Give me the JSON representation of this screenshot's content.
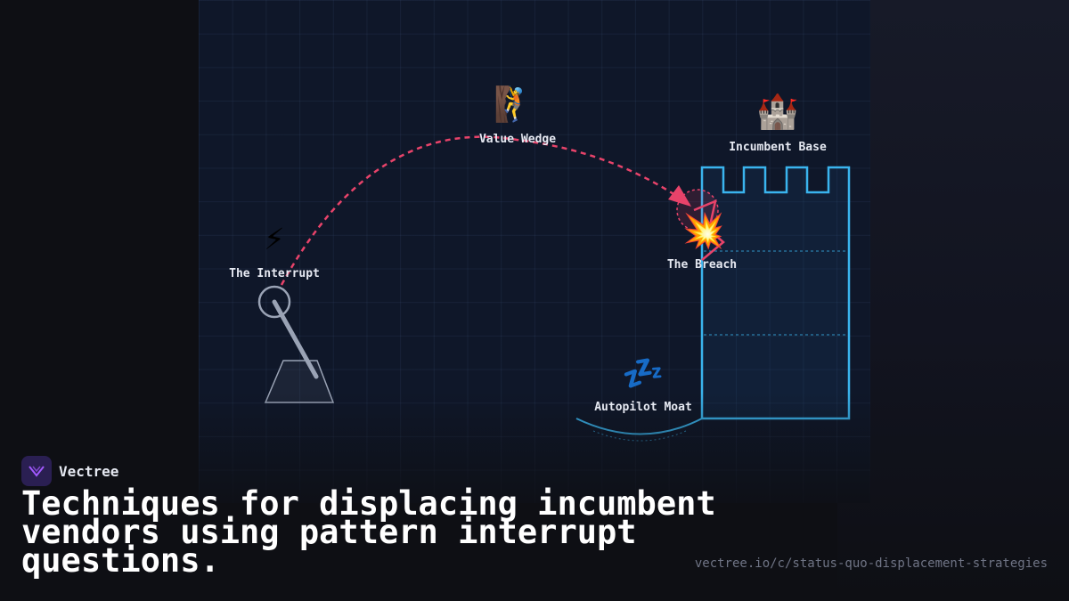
{
  "brand": {
    "name": "Vectree",
    "logo_icon": "vectree-logo-icon",
    "logo_bg": "#2a1f52",
    "logo_accent": "#a259ff"
  },
  "headline": "Techniques for displacing incumbent vendors using pattern interrupt questions.",
  "url": "vectree.io/c/status-quo-displacement-strategies",
  "diagram": {
    "nodes": {
      "interrupt": {
        "label": "The Interrupt",
        "icon": "⚡"
      },
      "wedge": {
        "label": "Value Wedge",
        "icon": "🧗"
      },
      "breach": {
        "label": "The Breach",
        "icon": "💥"
      },
      "base": {
        "label": "Incumbent Base",
        "icon": "🏰"
      },
      "moat": {
        "label": "Autopilot Moat",
        "icon": "💤"
      }
    },
    "colors": {
      "trajectory": "#e8436a",
      "tower": "#3ab4ee",
      "lever": "#9aa3b5",
      "background": "#0f1729"
    }
  }
}
